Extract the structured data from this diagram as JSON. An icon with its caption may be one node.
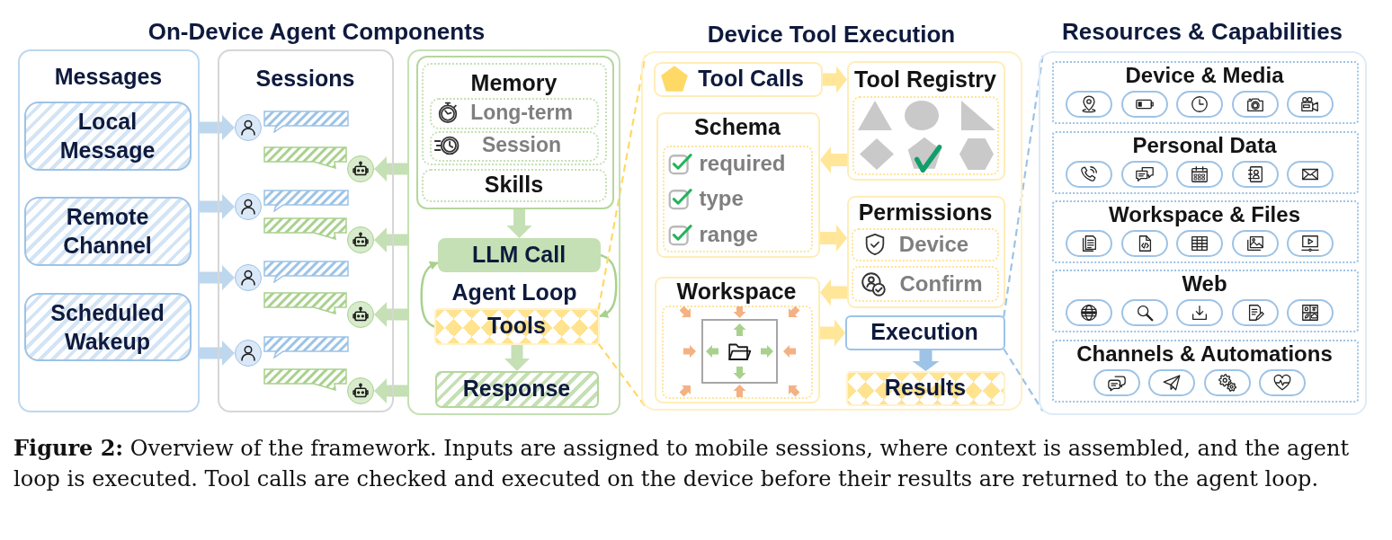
{
  "diagram": {
    "caption": "**Figure 2:** Overview of the framework. Inputs are assigned to mobile sessions, where context is assembled, and the agent loop is executed. Tool calls are checked and executed on the device before their results are returned to the agent loop.",
    "nodes": [
      {
        "text": [
          "Messages"
        ]
      },
      {
        "text": [
          "Local Message"
        ],
        "in": 0
      },
      {
        "text": [
          "Remote Channel"
        ],
        "in": 0
      },
      {
        "text": [
          "Scheduled Wakeup"
        ],
        "in": 0
      },
      {
        "text": [
          "Sessions"
        ]
      },
      {
        "text": [],
        "shape": "person",
        "in": 4
      },
      {
        "text": [],
        "shape": "picture",
        "in": 4
      },
      {
        "text": [],
        "shape": "person",
        "in": 4
      },
      {
        "text": [],
        "shape": "picture",
        "in": 4
      },
      {
        "text": [],
        "shape": "person",
        "in": 4
      },
      {
        "text": [],
        "shape": "picture",
        "in": 4
      },
      {
        "text": [],
        "shape": "person",
        "in": 4
      },
      {
        "text": [],
        "shape": "picture",
        "in": 4
      },
      {
        "text": [],
        "shape": "box"
      },
      {
        "text": [],
        "shape": "box",
        "in": 13
      },
      {
        "text": [
          "Memory"
        ],
        "in": 14
      },
      {
        "text": [
          "Long-term"
        ],
        "in": 15
      },
      {
        "text": [
          "Session"
        ],
        "in": 15
      },
      {
        "text": [
          "Skills"
        ],
        "in": 14
      },
      {
        "text": [
          "LLM Call"
        ],
        "in": 13
      },
      {
        "text": [
          "Tools"
        ],
        "in": 13
      },
      {
        "text": [
          "Response"
        ],
        "in": 13
      },
      {
        "text": [
          "Device Tool Execution"
        ]
      },
      {
        "text": [
          "Tool Calls"
        ],
        "in": 22
      },
      {
        "text": [
          "Tool Registry"
        ],
        "in": 22
      },
      {
        "text": [],
        "shape": "box",
        "in": 24
      },
      {
        "text": [
          "Schema"
        ],
        "in": 22
      },
      {
        "text": [
          "required",
          "type",
          "range"
        ],
        "in": 26
      },
      {
        "text": [
          "Permissions"
        ],
        "in": 22
      },
      {
        "text": [
          "Device"
        ],
        "in": 28
      },
      {
        "text": [
          "Confirm"
        ],
        "in": 28
      },
      {
        "text": [
          "Workspace"
        ],
        "in": 22
      },
      {
        "text": [],
        "shape": "box",
        "in": 31
      },
      {
        "text": [
          "Execution"
        ],
        "in": 22
      },
      {
        "text": [
          "Results"
        ],
        "in": 22
      },
      {
        "text": [
          "Resources & Capabilities"
        ]
      },
      {
        "text": [
          "Device & Media"
        ],
        "in": 35
      },
      {
        "text": [
          "Personal Data"
        ],
        "in": 35
      },
      {
        "text": [
          "Workspace & Files"
        ],
        "in": 35
      },
      {
        "text": [
          "Web"
        ],
        "in": 35
      },
      {
        "text": [
          "Channels & Automations"
        ],
        "in": 35
      }
    ],
    "edges": [
      {
        "from": 0,
        "to": 5,
        "arrow": "to",
        "style": "thick",
        "color": "#bdd7ee"
      },
      {
        "from": 0,
        "to": 7,
        "arrow": "to",
        "style": "thick",
        "color": "#bdd7ee"
      },
      {
        "from": 0,
        "to": 9,
        "arrow": "to",
        "style": "thick",
        "color": "#bdd7ee"
      },
      {
        "from": 0,
        "to": 11,
        "arrow": "to",
        "style": "thick",
        "color": "#bdd7ee"
      },
      {
        "from": 13,
        "to": 6,
        "arrow": "to",
        "style": "thick",
        "color": "#c5e0b4"
      },
      {
        "from": 13,
        "to": 8,
        "arrow": "to",
        "style": "thick",
        "color": "#c5e0b4"
      },
      {
        "from": 13,
        "to": 10,
        "arrow": "to",
        "style": "thick",
        "color": "#c5e0b4"
      },
      {
        "from": 13,
        "to": 12,
        "arrow": "to",
        "style": "thick",
        "color": "#c5e0b4"
      },
      {
        "from": 14,
        "to": 19,
        "arrow": "to",
        "style": "thick",
        "color": "#c5e0b4"
      },
      {
        "from": 19,
        "to": 20,
        "arrow": "to",
        "color": "#a9d18e"
      },
      {
        "from": 20,
        "to": 19,
        "arrow": "to",
        "color": "#a9d18e"
      },
      {
        "from": 20,
        "to": 21,
        "arrow": "to",
        "style": "thick",
        "color": "#c5e0b4"
      },
      {
        "from": 20,
        "to": 22,
        "arrow": "none",
        "style": "dashed",
        "color": "#ffd966"
      },
      {
        "from": 20,
        "to": 22,
        "arrow": "none",
        "style": "dashed",
        "color": "#ffd966"
      },
      {
        "from": 23,
        "to": 24,
        "arrow": "to",
        "style": "thick",
        "color": "#ffe699"
      },
      {
        "from": 24,
        "to": 26,
        "arrow": "to",
        "style": "thick",
        "color": "#ffe699"
      },
      {
        "from": 26,
        "to": 28,
        "arrow": "to",
        "style": "thick",
        "color": "#ffe699"
      },
      {
        "from": 28,
        "to": 31,
        "arrow": "to",
        "style": "thick",
        "color": "#ffe699"
      },
      {
        "from": 31,
        "to": 33,
        "arrow": "to",
        "style": "thick",
        "color": "#ffe699"
      },
      {
        "from": 33,
        "to": 34,
        "arrow": "to",
        "style": "thick",
        "color": "#9dc3e6"
      },
      {
        "from": 33,
        "to": 35,
        "arrow": "none",
        "style": "dashed",
        "color": "#9dc3e6"
      },
      {
        "from": 33,
        "to": 35,
        "arrow": "none",
        "style": "dashed",
        "color": "#9dc3e6"
      }
    ],
    "labels": [
      "On-Device Agent Components",
      "Agent Loop"
    ]
  }
}
